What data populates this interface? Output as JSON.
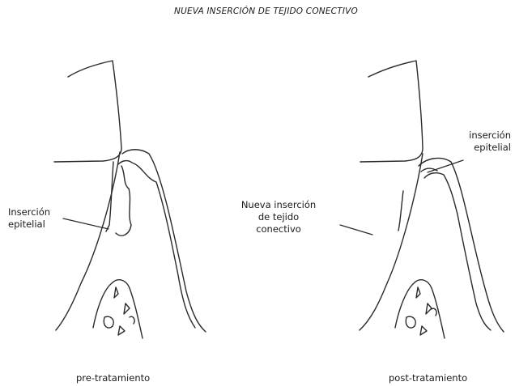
{
  "title": "NUEVA INSERCIÓN DE TEJIDO CONECTIVO",
  "labels": {
    "left_attachment_line1": "Inserción",
    "left_attachment_line2": "epitelial",
    "middle_line1": "Nueva inserción",
    "middle_line2": "de tejido",
    "middle_line3": "conectivo",
    "right_attachment_line1": "inserción",
    "right_attachment_line2": "epitelial"
  },
  "captions": {
    "left": "pre-tratamiento",
    "right": "post-tratamiento"
  },
  "colors": {
    "line": "#2a2a2a",
    "text": "#1a1a1a",
    "background": "#ffffff"
  }
}
